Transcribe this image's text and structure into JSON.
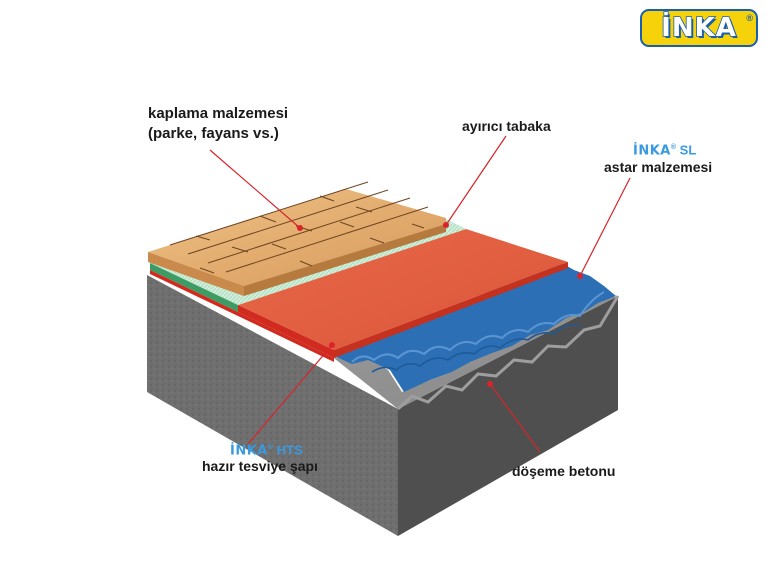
{
  "logo": {
    "text": "İNKA",
    "registered": "®"
  },
  "labels": {
    "covering_line1": "kaplama malzemesi",
    "covering_line2": "(parke, fayans vs.)",
    "separator": "ayırıcı tabaka",
    "sl_brand": "İNKA",
    "sl_reg": "®",
    "sl_product": "SL",
    "sl_desc": "astar malzemesi",
    "hts_brand": "İNKA",
    "hts_reg": "®",
    "hts_product": "HTS",
    "hts_desc": "hazır tesviye şapı",
    "concrete": "döşeme betonu"
  },
  "colors": {
    "brand_blue": "#3a9ae0",
    "logo_yellow": "#f5d20a",
    "wood": "#e8b97e",
    "separator_green": "#cfe9d4",
    "screed_orange": "#e35d40",
    "primer_blue": "#2d6fb5",
    "concrete_grey": "#7d7d7d",
    "leader_red": "#d8242a"
  }
}
